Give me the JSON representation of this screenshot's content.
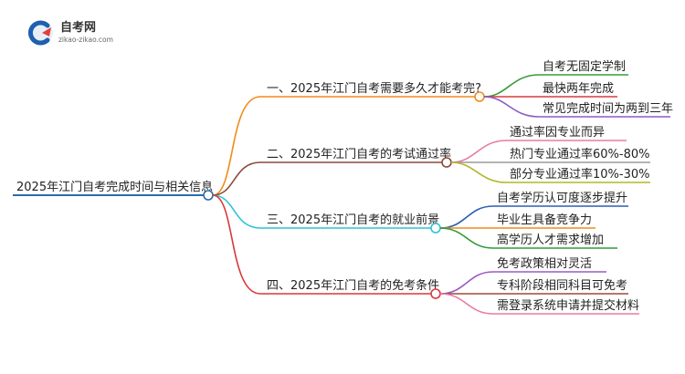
{
  "logo": {
    "name": "自考网",
    "domain": "zikao-zikao.com"
  },
  "root": {
    "label": "2025年江门自考完成时间与相关信息",
    "color": "#2b6cb0"
  },
  "branches": [
    {
      "label": "一、2025年江门自考需要多久才能考完?",
      "color": "#f08c1a",
      "children": [
        {
          "label": "自考无固定学制",
          "color": "#3a9a3a"
        },
        {
          "label": "最快两年完成",
          "color": "#d9393a"
        },
        {
          "label": "常见完成时间为两到三年",
          "color": "#8a5cc7"
        }
      ]
    },
    {
      "label": "二、2025年江门自考的考试通过率",
      "color": "#8b4a3a",
      "children": [
        {
          "label": "通过率因专业而异",
          "color": "#e87aa6"
        },
        {
          "label": "热门专业通过率60%-80%",
          "color": "#9a9a9a"
        },
        {
          "label": "部分专业通过率10%-30%",
          "color": "#b5b52a"
        }
      ]
    },
    {
      "label": "三、2025年江门自考的就业前景",
      "color": "#2ec4d6",
      "children": [
        {
          "label": "自考学历认可度逐步提升",
          "color": "#2b5fb0"
        },
        {
          "label": "毕业生具备竞争力",
          "color": "#f08c1a"
        },
        {
          "label": "高学历人才需求增加",
          "color": "#2e9a3a"
        }
      ]
    },
    {
      "label": "四、2025年江门自考的免考条件",
      "color": "#d9393a",
      "children": [
        {
          "label": "免考政策相对灵活",
          "color": "#9a5cc7"
        },
        {
          "label": "专科阶段相同科目可免考",
          "color": "#9b4a3a"
        },
        {
          "label": "需登录系统申请并提交材料",
          "color": "#e87aa6"
        }
      ]
    }
  ]
}
